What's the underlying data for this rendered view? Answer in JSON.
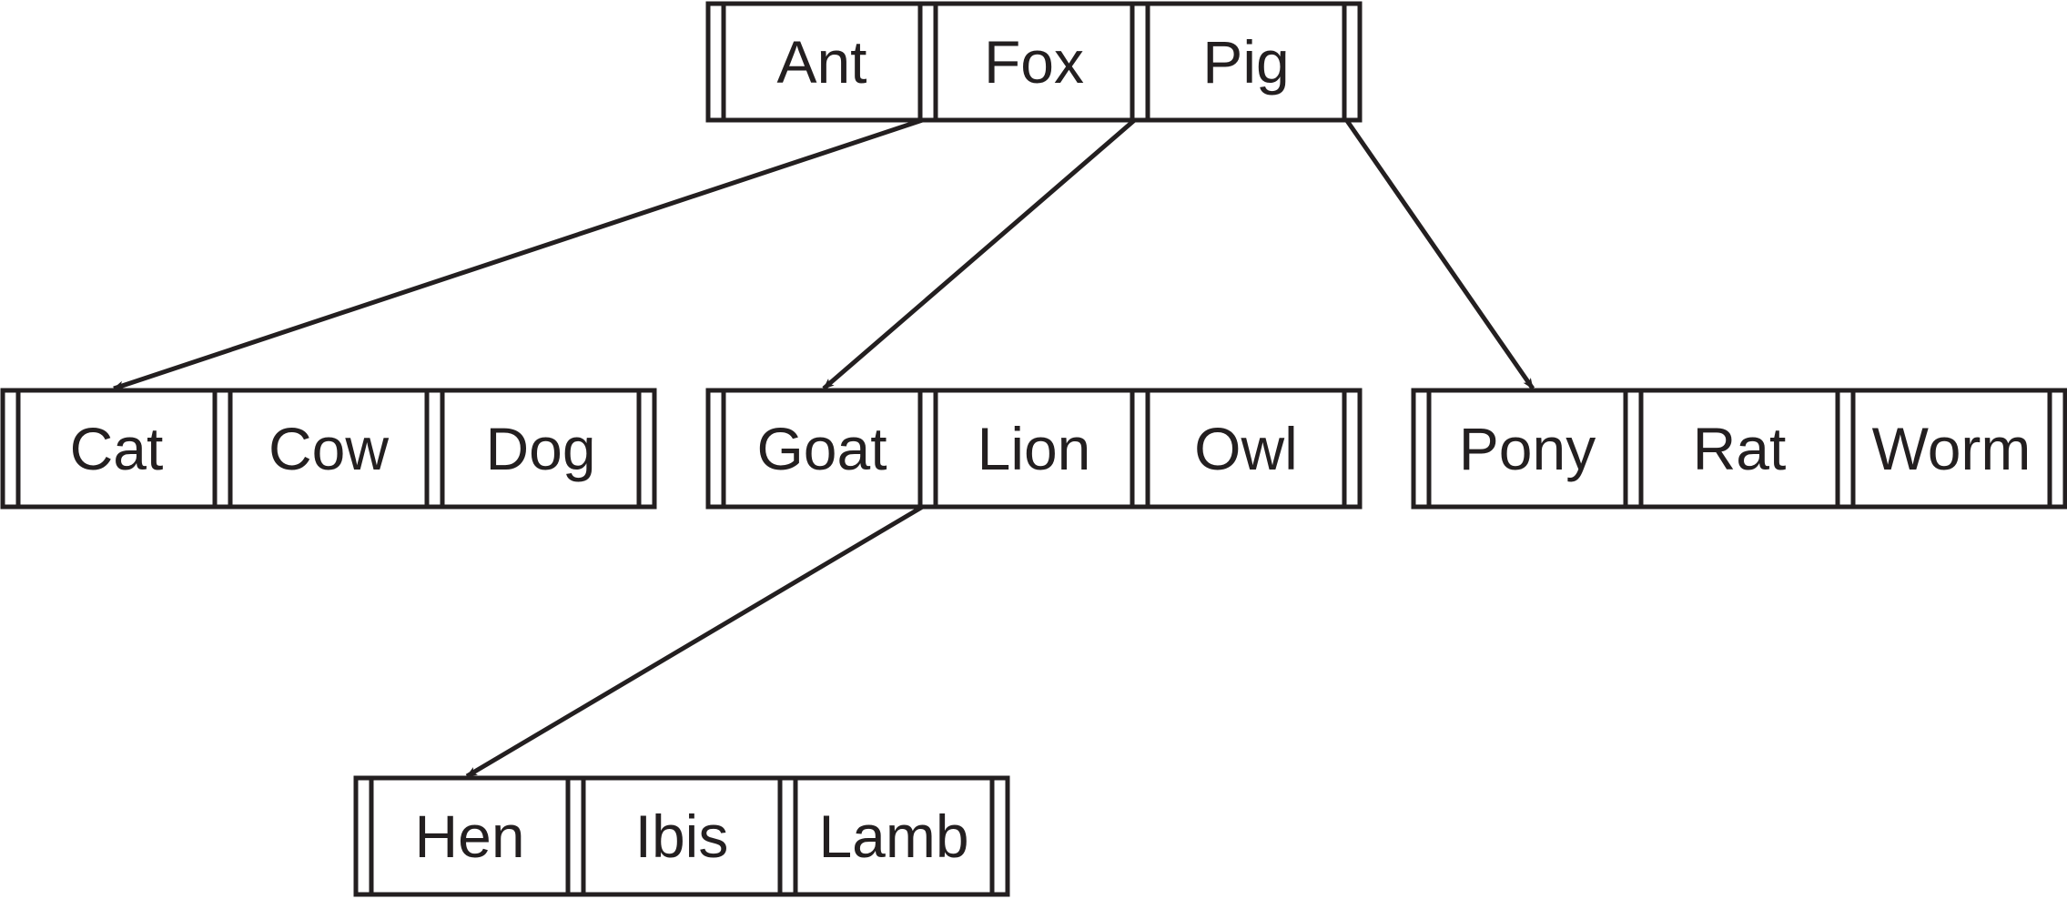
{
  "colors": {
    "stroke": "#231f20",
    "text": "#231f20",
    "background": "#ffffff"
  },
  "nodes": {
    "root": {
      "keys": [
        "Ant",
        "Fox",
        "Pig"
      ]
    },
    "child1": {
      "keys": [
        "Cat",
        "Cow",
        "Dog"
      ]
    },
    "child2": {
      "keys": [
        "Goat",
        "Lion",
        "Owl"
      ]
    },
    "child3": {
      "keys": [
        "Pony",
        "Rat",
        "Worm"
      ]
    },
    "grandchild": {
      "keys": [
        "Hen",
        "Ibis",
        "Lamb"
      ]
    }
  },
  "edges": [
    {
      "from": "root",
      "pointer": 1,
      "to": "child1"
    },
    {
      "from": "root",
      "pointer": 2,
      "to": "child2"
    },
    {
      "from": "root",
      "pointer": 3,
      "to": "child3"
    },
    {
      "from": "child2",
      "pointer": 1,
      "to": "grandchild"
    }
  ]
}
